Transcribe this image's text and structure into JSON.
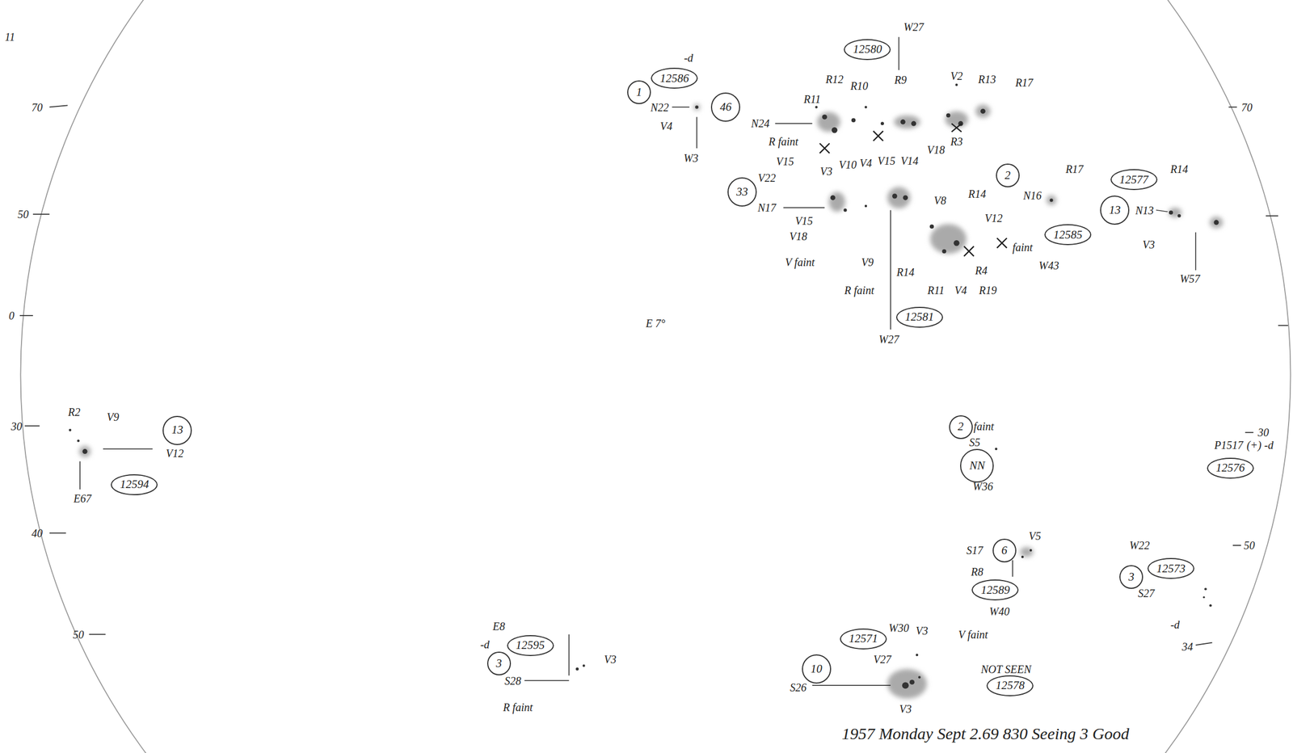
{
  "diagram": {
    "title": "1957 Monday Sept 2.69 830 Seeing 3 Good",
    "nodes": [
      {
        "text": [
          "12586"
        ]
      },
      {
        "text": [
          "1"
        ]
      },
      {
        "text": [
          "12580"
        ]
      },
      {
        "text": [
          "46"
        ]
      },
      {
        "text": [
          "33"
        ]
      },
      {
        "text": [
          "2"
        ]
      },
      {
        "text": [
          "12585"
        ]
      },
      {
        "text": [
          "12577"
        ]
      },
      {
        "text": [
          "13"
        ]
      },
      {
        "text": [
          "12581"
        ]
      },
      {
        "text": [
          "13"
        ]
      },
      {
        "text": [
          "12594"
        ]
      },
      {
        "text": [
          "2"
        ]
      },
      {
        "text": [
          "NN"
        ]
      },
      {
        "text": [
          "12576"
        ]
      },
      {
        "text": [
          "6"
        ]
      },
      {
        "text": [
          "12589"
        ]
      },
      {
        "text": [
          "3"
        ]
      },
      {
        "text": [
          "12573"
        ]
      },
      {
        "text": [
          "12571"
        ]
      },
      {
        "text": [
          "12578"
        ]
      },
      {
        "text": [
          "10"
        ]
      },
      {
        "text": [
          "3"
        ]
      },
      {
        "text": [
          "12595"
        ]
      }
    ],
    "labels": [
      "11",
      "70",
      "50",
      "0",
      "30",
      "40",
      "50",
      "70",
      "30",
      "50",
      "34",
      "-d",
      "N22",
      "V4",
      "W3",
      "W27",
      "N24",
      "R11",
      "R12",
      "R10",
      "R9",
      "V2",
      "R13",
      "R17",
      "R faint",
      "V15",
      "V22",
      "V3",
      "V10",
      "V4",
      "V15",
      "V14",
      "V18",
      "R3",
      "N17",
      "V15",
      "V18",
      "V faint",
      "V9",
      "R faint",
      "R14",
      "W27",
      "V8",
      "R14",
      "V12",
      "R4",
      "V4",
      "R11",
      "R19",
      "faint",
      "N16",
      "R17",
      "W43",
      "R14",
      "N13",
      "V3",
      "W57",
      "E 7°",
      "V9",
      "R2",
      "V12",
      "E67",
      "faint",
      "S5",
      "W36",
      "P1517",
      "(+) -d",
      "V5",
      "S17",
      "R8",
      "W40",
      "W22",
      "S27",
      "-d",
      "V faint",
      "V3",
      "W30",
      "V27",
      "S26",
      "V3",
      "NOT SEEN",
      "E8",
      "-d",
      "S28",
      "V3",
      "R faint"
    ]
  }
}
